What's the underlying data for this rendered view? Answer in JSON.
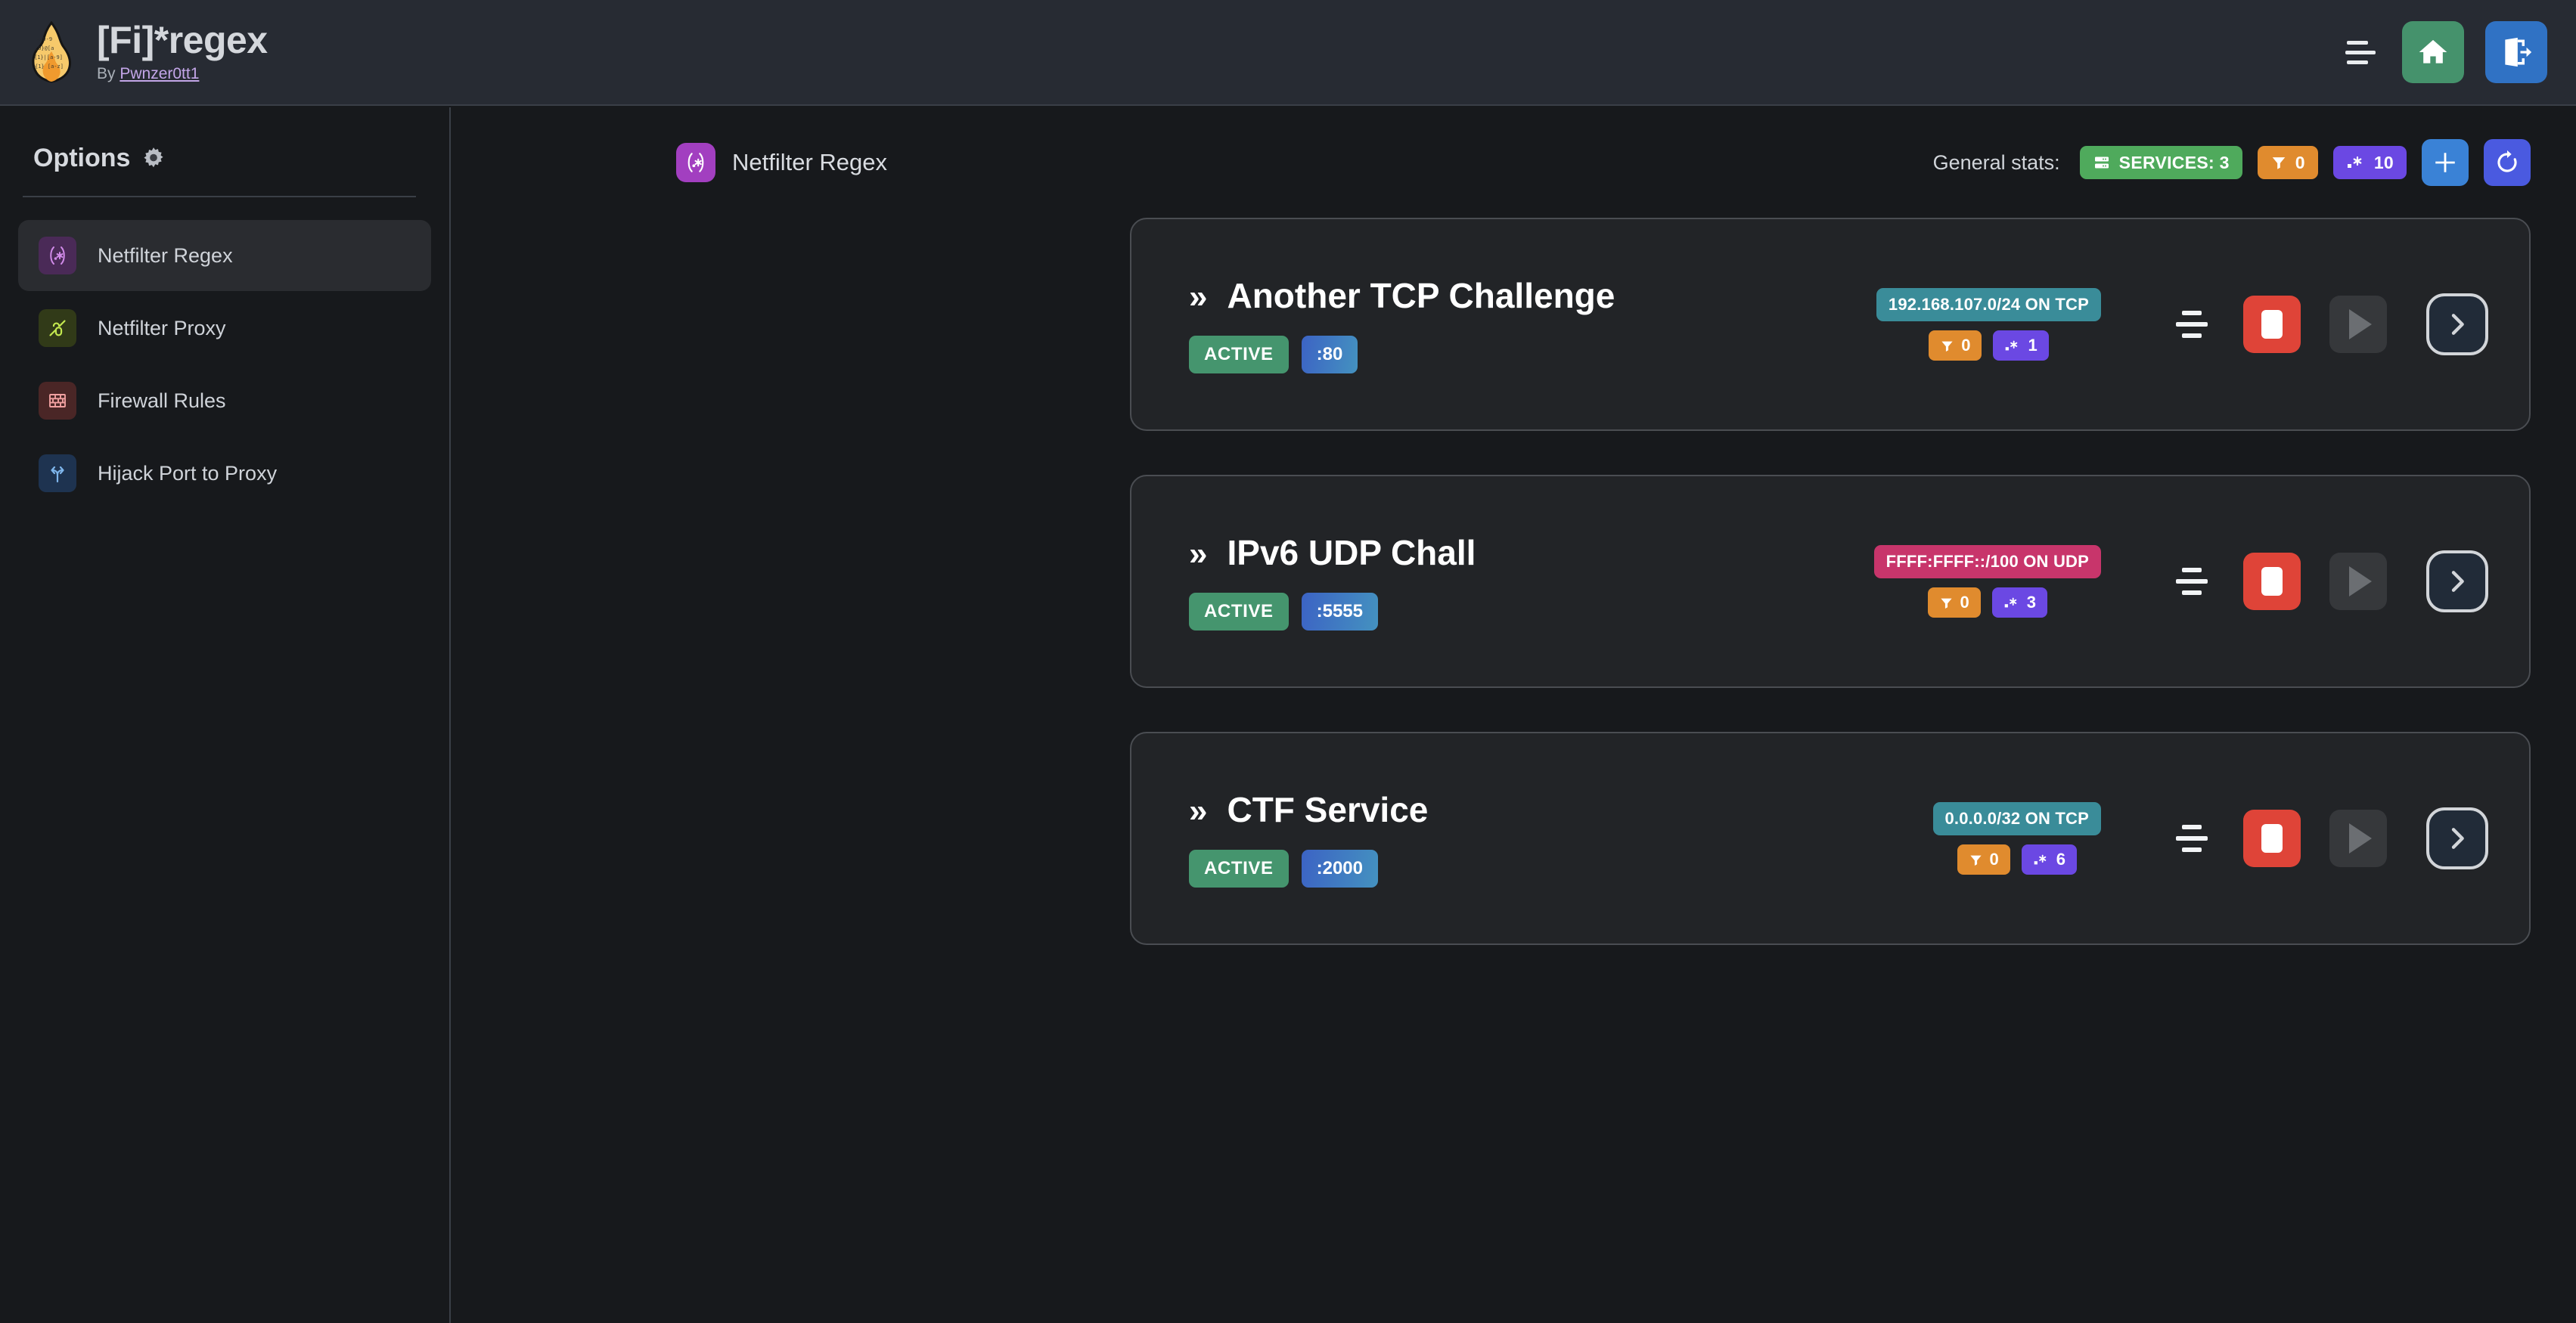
{
  "app": {
    "title": "[Fi]*regex",
    "by_prefix": "By ",
    "author": "Pwnzer0tt1",
    "logo_icon": "flame-regex-logo"
  },
  "topbar": {
    "menu_icon": "menu-lines-icon",
    "home_icon": "home-icon",
    "logout_icon": "logout-icon",
    "colors": {
      "home": "#45926c",
      "logout": "#3072c4"
    }
  },
  "sidebar": {
    "heading": "Options",
    "heading_icon": "gear-icon",
    "items": [
      {
        "label": "Netfilter Regex",
        "icon": "regex-icon",
        "active": true,
        "icon_bg": "#4a2a57",
        "icon_fg": "#d08ae8"
      },
      {
        "label": "Netfilter Proxy",
        "icon": "plug-connect-icon",
        "active": false,
        "icon_bg": "#313a18",
        "icon_fg": "#c3e84f"
      },
      {
        "label": "Firewall Rules",
        "icon": "brick-wall-icon",
        "active": false,
        "icon_bg": "#4a2626",
        "icon_fg": "#f0a0a0"
      },
      {
        "label": "Hijack Port to Proxy",
        "icon": "route-fork-icon",
        "active": false,
        "icon_bg": "#1e3350",
        "icon_fg": "#7fb6ec"
      }
    ]
  },
  "main": {
    "page_icon": "regex-icon",
    "page_title": "Netfilter Regex",
    "stats_label": "General stats:",
    "stats": [
      {
        "name": "services",
        "icon": "server-icon",
        "text": "SERVICES: 3",
        "color": "#4faa5c"
      },
      {
        "name": "filters",
        "icon": "funnel-icon",
        "text": "0",
        "color": "#e08b2e"
      },
      {
        "name": "regexes",
        "icon": "regex-dot-star-icon",
        "text": "10",
        "color": "#6b48e3"
      }
    ],
    "add_icon": "plus-icon",
    "refresh_icon": "refresh-icon"
  },
  "services": [
    {
      "chevron": "»",
      "name": "Another TCP Challenge",
      "status": "ACTIVE",
      "port": ":80",
      "network": "192.168.107.0/24 ON TCP",
      "network_proto": "tcp",
      "filters": "0",
      "regexes": "1",
      "menu_icon": "align-lines-icon",
      "stop_icon": "stop-icon",
      "play_icon": "play-icon",
      "detail_icon": "chevron-right-icon"
    },
    {
      "chevron": "»",
      "name": "IPv6 UDP Chall",
      "status": "ACTIVE",
      "port": ":5555",
      "network": "FFFF:FFFF::/100 ON UDP",
      "network_proto": "udp",
      "filters": "0",
      "regexes": "3",
      "menu_icon": "align-lines-icon",
      "stop_icon": "stop-icon",
      "play_icon": "play-icon",
      "detail_icon": "chevron-right-icon"
    },
    {
      "chevron": "»",
      "name": "CTF Service",
      "status": "ACTIVE",
      "port": ":2000",
      "network": "0.0.0.0/32 ON TCP",
      "network_proto": "tcp",
      "filters": "0",
      "regexes": "6",
      "menu_icon": "align-lines-icon",
      "stop_icon": "stop-icon",
      "play_icon": "play-icon",
      "detail_icon": "chevron-right-icon"
    }
  ]
}
